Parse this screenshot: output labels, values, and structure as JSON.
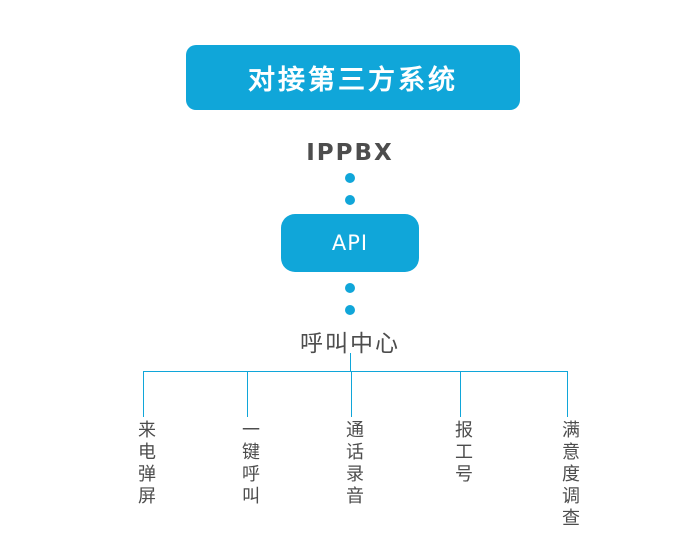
{
  "title": "对接第三方系统",
  "nodes": {
    "ippbx": "IPPBX",
    "api": "API",
    "call_center": "呼叫中心"
  },
  "features": [
    "来电弹屏",
    "一键呼叫",
    "通话录音",
    "报工号",
    "满意度调查"
  ],
  "colors": {
    "accent": "#10a6d9",
    "text": "#4d4d4d"
  }
}
